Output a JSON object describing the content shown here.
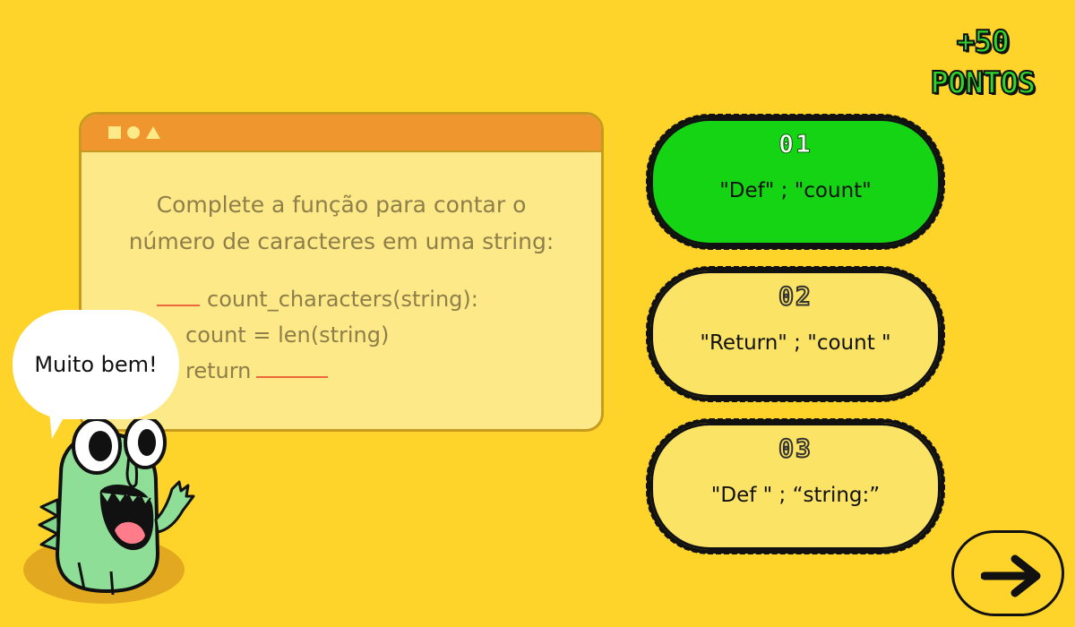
{
  "score": {
    "line1": "+50",
    "line2": "PONTOS"
  },
  "window": {
    "question_line1": "Complete a função para contar o",
    "question_line2": "número de caracteres em uma string:",
    "code_line1": "count_characters(string):",
    "code_line2": "count = len(string)",
    "code_line3": "return"
  },
  "options": [
    {
      "number": "01",
      "label": "\"Def\" ; \"count\"",
      "state": "selected"
    },
    {
      "number": "02",
      "label": "\"Return\" ; \"count \"",
      "state": "default"
    },
    {
      "number": "03",
      "label": "\"Def \" ; “string:”",
      "state": "default"
    }
  ],
  "speech": {
    "text": "Muito bem!"
  },
  "icons": {
    "next": "arrow-right-icon",
    "mascot": "dinosaur-mascot"
  },
  "colors": {
    "background": "#ffd42a",
    "selected_option": "#14d414",
    "default_option": "#fbe365",
    "window_bar": "#f0962e",
    "score_text": "#2fd62a"
  }
}
